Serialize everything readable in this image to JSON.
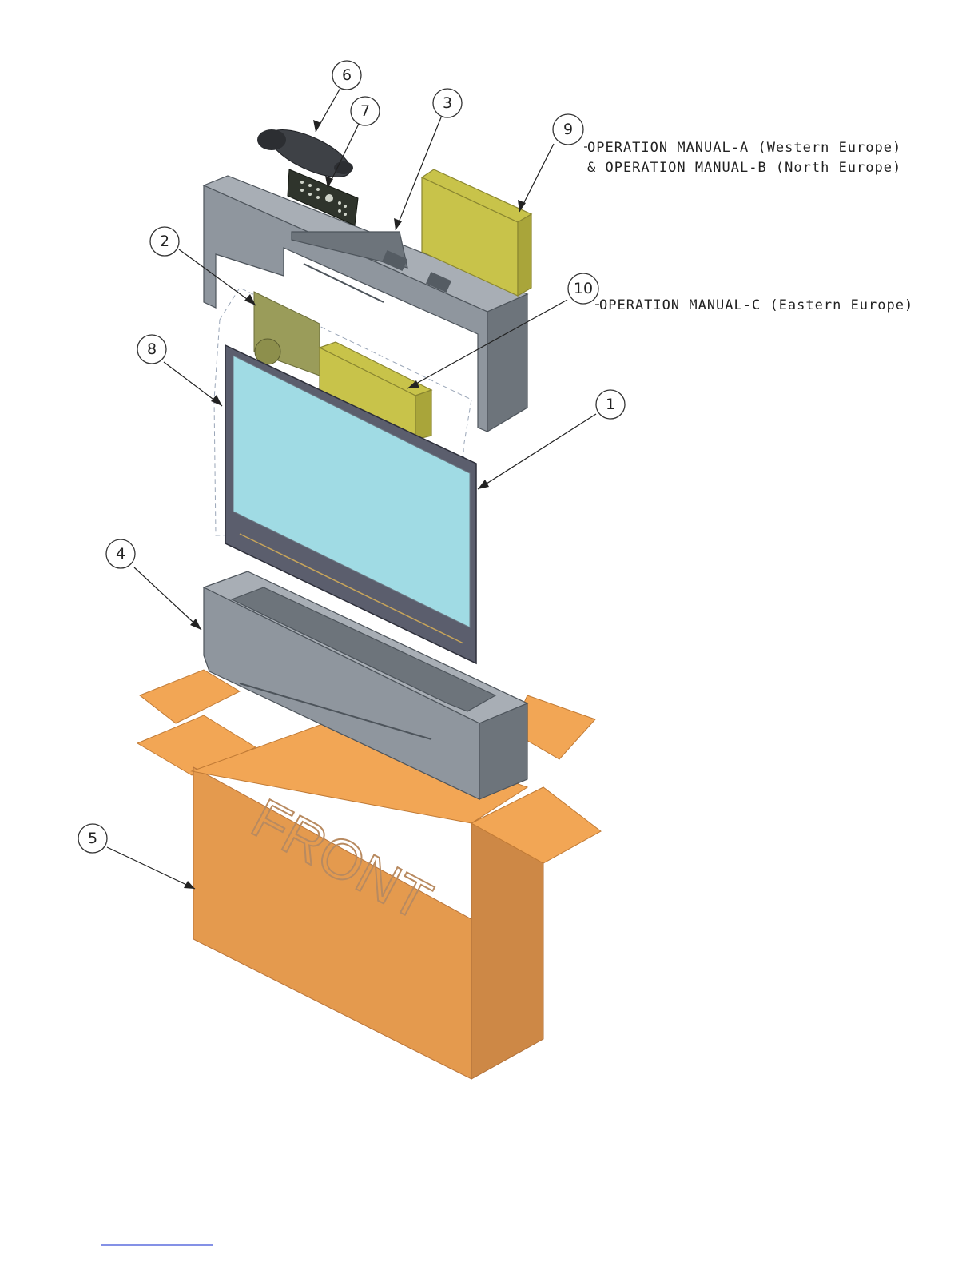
{
  "balloons": [
    {
      "id": "balloon-6",
      "label": "6"
    },
    {
      "id": "balloon-7",
      "label": "7"
    },
    {
      "id": "balloon-3",
      "label": "3"
    },
    {
      "id": "balloon-9",
      "label": "9"
    },
    {
      "id": "balloon-2",
      "label": "2"
    },
    {
      "id": "balloon-10",
      "label": "10"
    },
    {
      "id": "balloon-8",
      "label": "8"
    },
    {
      "id": "balloon-1",
      "label": "1"
    },
    {
      "id": "balloon-4",
      "label": "4"
    },
    {
      "id": "balloon-5",
      "label": "5"
    }
  ],
  "notes": {
    "manual_a": "OPERATION MANUAL-A (Western Europe)",
    "manual_b": "& OPERATION MANUAL-B  (North Europe)",
    "manual_c": "OPERATION MANUAL-C (Eastern Europe)"
  },
  "box_label": "FRONT",
  "colors": {
    "screen": "#a0dbe4",
    "bezel": "#5b5e6d",
    "foam": "#8f969e",
    "manual": "#c8c34a",
    "carton": "#e49a4e",
    "footer_link": "#3b4fd8"
  }
}
